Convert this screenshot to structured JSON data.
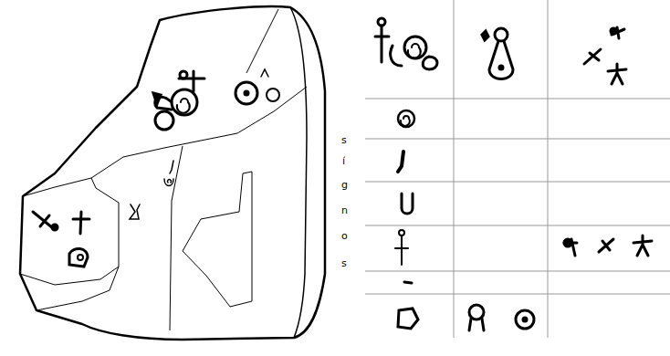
{
  "diagram": {
    "labels": [
      "s",
      "í",
      "g",
      "n",
      "o",
      "s"
    ]
  }
}
